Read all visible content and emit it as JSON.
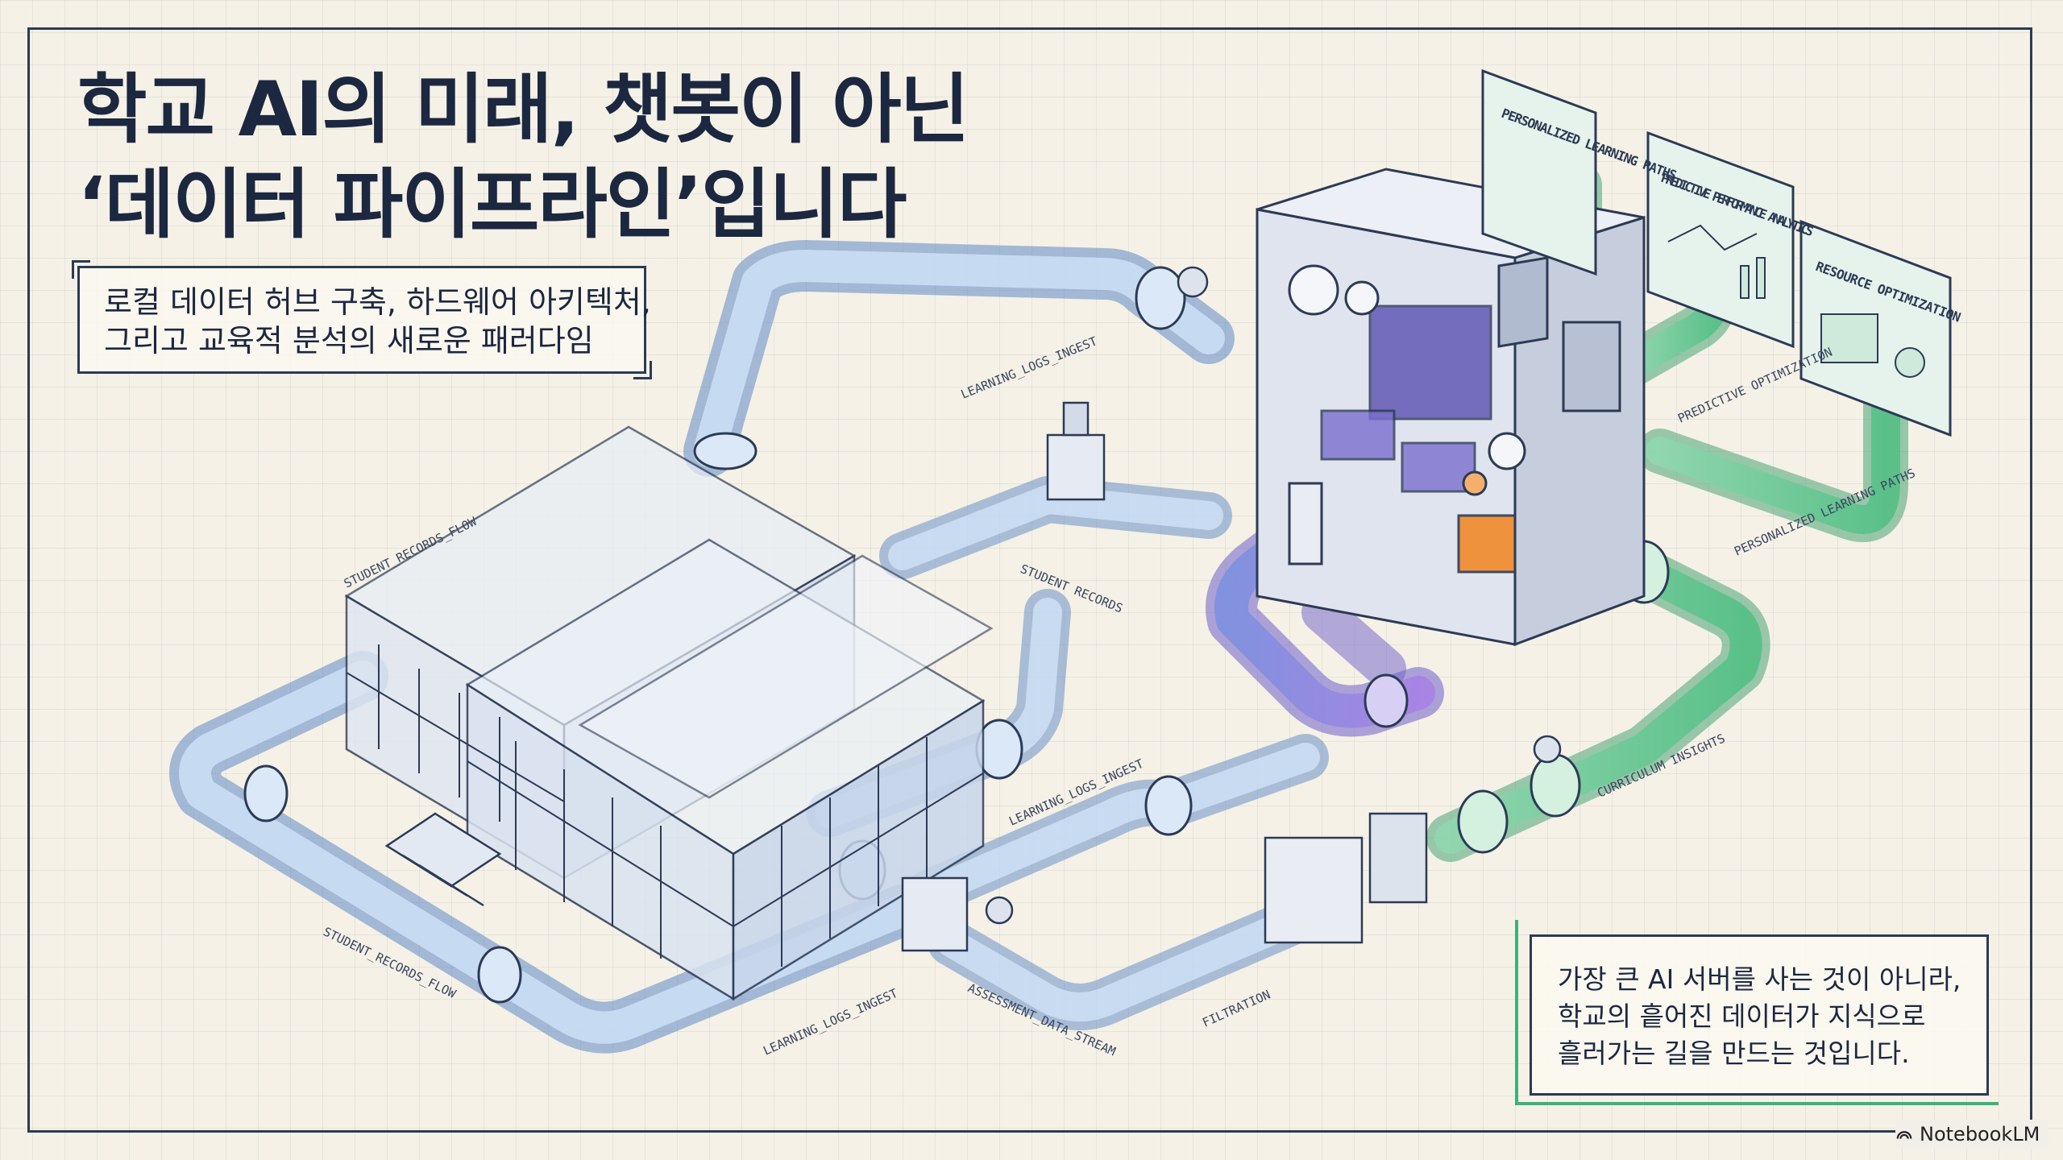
{
  "title": {
    "line1": "학교 AI의 미래, 챗봇이 아닌",
    "line2": "‘데이터 파이프라인’입니다"
  },
  "subtitle": {
    "line1": "로컬 데이터 허브 구축, 하드웨어 아키텍처,",
    "line2": "그리고 교육적 분석의 새로운 패러다임"
  },
  "quote": {
    "line1": "가장 큰 AI 서버를 사는 것이 아니라,",
    "line2": "학교의 흩어진 데이터가 지식으로",
    "line3": "흘러가는 길을 만드는 것입니다."
  },
  "panels": {
    "p1": "PERSONALIZED LEARNING PATHS",
    "p2": "PREDICTIVE PERFORMANCE ANALYTICS",
    "p3": "RESOURCE OPTIMIZATION"
  },
  "flow_labels": {
    "learning_logs_ingest_top": "LEARNING_LOGS_INGEST",
    "student_records_flow_left": "STUDENT_RECORDS_FLOW",
    "student_records_mid": "STUDENT RECORDS",
    "learning_logs_ingest_mid": "LEARNING_LOGS_INGEST",
    "student_records_flow_bottom": "STUDENT_RECORDS_FLOW",
    "learning_logs_ingest_bottom": "LEARNING_LOGS_INGEST",
    "assessment_data_stream": "ASSESSMENT_DATA_STREAM",
    "filtration": "FILTRATION",
    "predictive_optimization": "PREDICTIVE OPTIMIZATION",
    "personalized_learning_paths": "PERSONALIZED LEARNING PATHS",
    "curriculum_insights": "CURRICULUM INSIGHTS"
  },
  "brand": {
    "name": "NotebookLM"
  },
  "colors": {
    "pipe_blue": "#8fb6e3",
    "pipe_purple": "#9b7fe0",
    "pipe_green": "#6fce9a",
    "ink": "#2c3a55",
    "alert_orange": "#f08a2a"
  }
}
